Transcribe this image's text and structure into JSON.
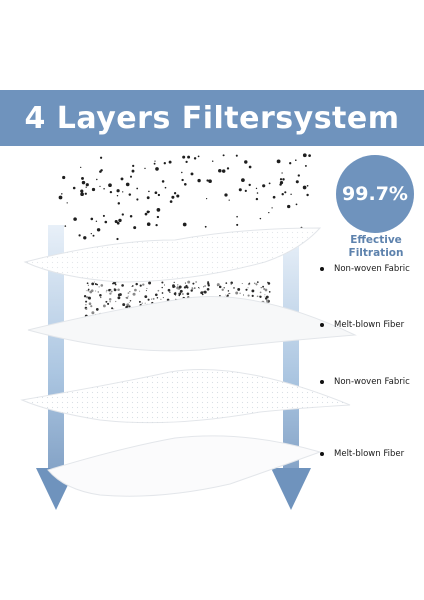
{
  "banner": {
    "title": "4 Layers Filtersystem"
  },
  "badge": {
    "value": "99.7%",
    "caption_line1": "Effective",
    "caption_line2": "Filtration"
  },
  "layers": [
    {
      "label": "Non-woven Fabric"
    },
    {
      "label": "Melt-blown Fiber"
    },
    {
      "label": "Non-woven Fabric"
    },
    {
      "label": "Melt-blown Fiber"
    }
  ],
  "colors": {
    "accent": "#6f93bd",
    "arrow": "#7aa3cf"
  }
}
